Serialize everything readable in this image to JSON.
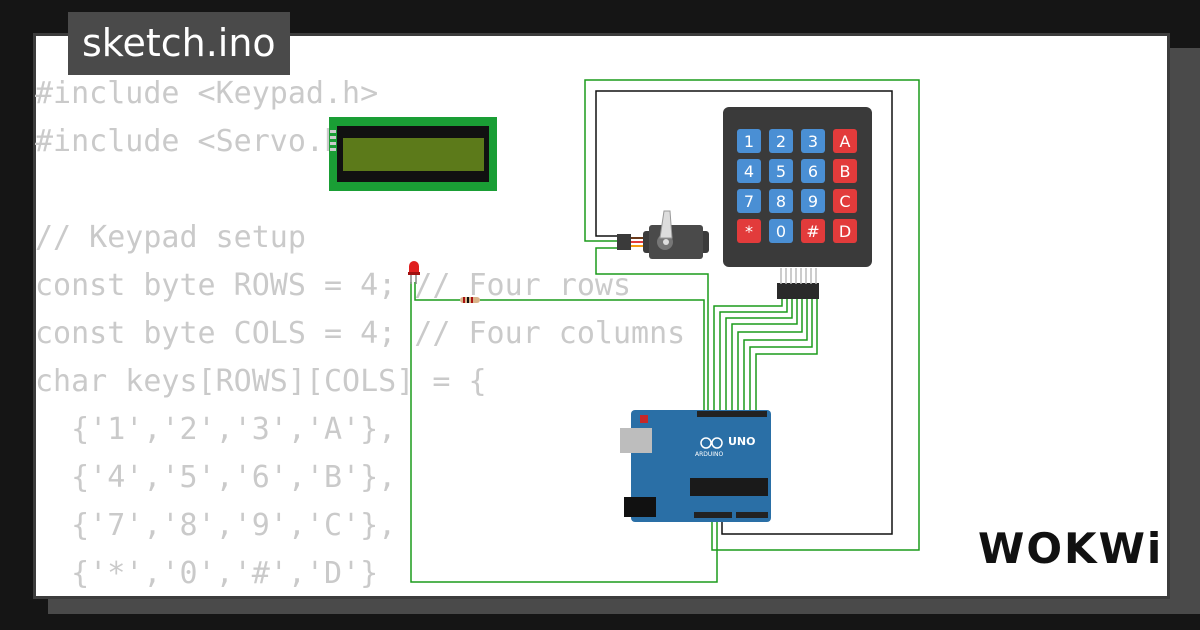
{
  "tab": {
    "filename": "sketch.ino"
  },
  "code_lines": [
    "#include <Keypad.h>",
    "#include <Servo.h>",
    "",
    "// Keypad setup",
    "const byte ROWS = 4; // Four rows",
    "const byte COLS = 4; // Four columns",
    "char keys[ROWS][COLS] = {",
    "  {'1','2','3','A'},",
    "  {'4','5','6','B'},",
    "  {'7','8','9','C'},",
    "  {'*','0','#','D'}"
  ],
  "keypad": {
    "keys": [
      "1",
      "2",
      "3",
      "A",
      "4",
      "5",
      "6",
      "B",
      "7",
      "8",
      "9",
      "C",
      "*",
      "0",
      "#",
      "D"
    ],
    "colors": {
      "number": "#4a8fd4",
      "letter": "#e23b3b",
      "body": "#3a3a3a"
    }
  },
  "arduino": {
    "model": "UNO",
    "brand": "ARDUINO",
    "color": "#2a6fa6"
  },
  "wire_color": "#1c9b1c",
  "brand": {
    "logo": "WOKWi"
  }
}
